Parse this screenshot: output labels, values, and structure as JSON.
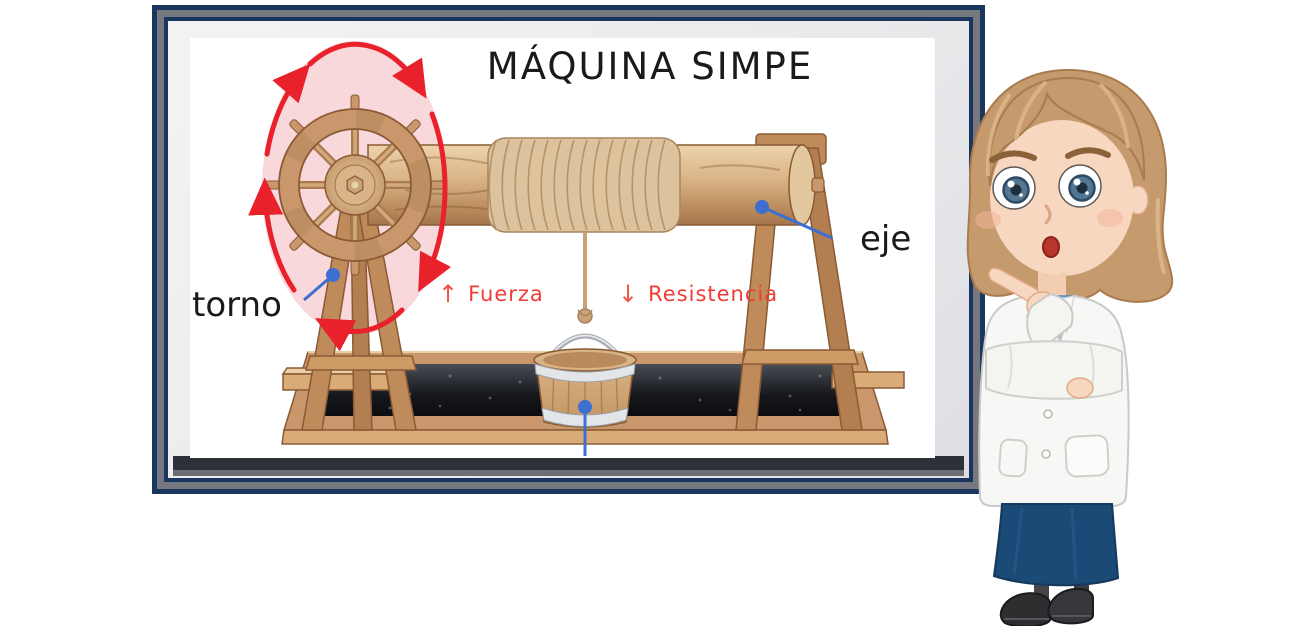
{
  "board": {
    "title": "MÁQUINA SIMPE",
    "labels": {
      "torno": "torno",
      "eje": "eje",
      "fuerza": "Fuerza",
      "resistencia": "Resistencia",
      "fuerza_arrow": "↑",
      "resistencia_arrow": "↓"
    }
  },
  "colors": {
    "frame_navy": "#1A355E",
    "frame_gray": "#75787E",
    "board_surround_gray": "#E9EAEC",
    "tray_charcoal": "#2D3036",
    "canvas_white": "#FFFFFF",
    "label_black": "#1A1A1A",
    "label_red": "#EE3D35",
    "rotation_arrow_red": "#E8212B",
    "marker_blue": "#3D6FD2",
    "wheel_glow_pink": "#F9D8DC",
    "wood_light": "#E6C9A0",
    "wood_mid": "#C9976B",
    "wood_dark": "#8A5A35",
    "rope_tan": "#D8BD98",
    "well_pit_black": "#15171C",
    "bucket_metal": "#DFE2E6",
    "girl_hair_brown": "#C59A6D",
    "girl_skin": "#F8D7C0",
    "lab_coat_white": "#F7F7F5",
    "shirt_blue": "#86BAEC",
    "skirt_navy": "#1B4A77",
    "shoe_black": "#2E2E31"
  }
}
